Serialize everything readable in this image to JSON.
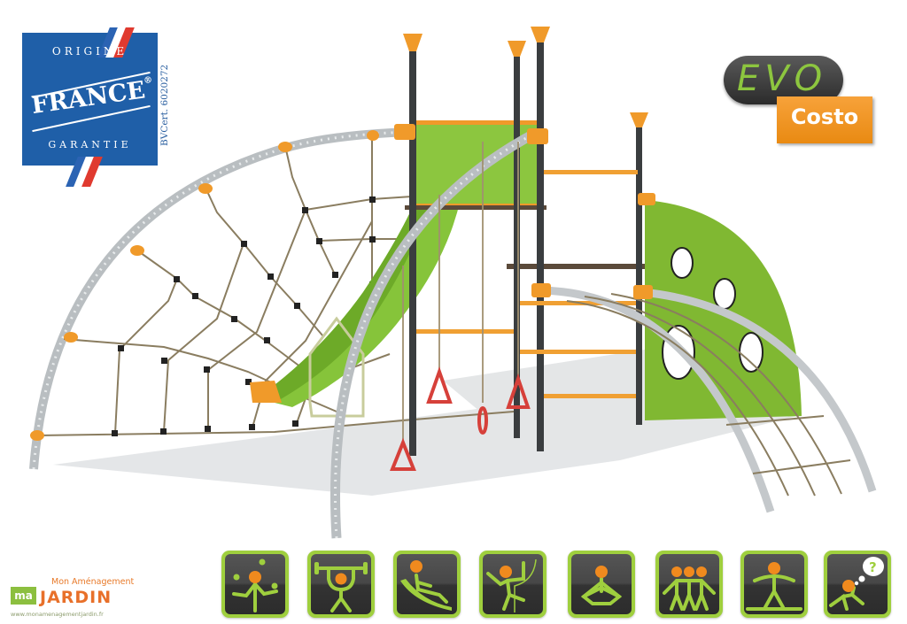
{
  "logos": {
    "origin_badge": {
      "top_text": "ORIGINE",
      "main_text": "FRANCE",
      "registered_mark": "®",
      "bottom_text": "GARANTIE",
      "certification": "BVCert. 6020272",
      "colors": {
        "background": "#1f5fa8",
        "flag_blue": "#2b63b3",
        "flag_white": "#ffffff",
        "flag_red": "#e03a2f"
      }
    },
    "product_badge": {
      "brand": "EVO",
      "model": "Costo",
      "colors": {
        "badge": "#3a3a3a",
        "brand_text": "#8dc63f",
        "model_box": "#f0952a",
        "model_text": "#ffffff"
      }
    },
    "retailer": {
      "mark": "ma",
      "line1": "Mon Aménagement",
      "line2": "JARDIN",
      "url": "www.monamenagementjardin.fr",
      "colors": {
        "mark": "#8cbf3f",
        "text": "#e8702a"
      }
    }
  },
  "product_image": {
    "subject": "Playground climbing structure",
    "components": [
      "rope spider net on arch",
      "green slide",
      "four posts with orange caps",
      "green panel",
      "hanging red gym rings",
      "orange rung ladder",
      "green climbing wall with holes",
      "arched rope climber"
    ],
    "colors": {
      "post": "#3a3d3f",
      "cap": "#f09a2a",
      "green": "#8cc63f",
      "arch": "#c8ccce",
      "ring": "#d6403a",
      "rope": "#a09070",
      "knot": "#222222"
    }
  },
  "activity_icons": [
    {
      "name": "juggling-icon",
      "label": "Coordination"
    },
    {
      "name": "weightlifting-icon",
      "label": "Strength"
    },
    {
      "name": "slide-icon",
      "label": "Sliding"
    },
    {
      "name": "climbing-icon",
      "label": "Climbing"
    },
    {
      "name": "meditation-icon",
      "label": "Balance / calm"
    },
    {
      "name": "group-icon",
      "label": "Social play"
    },
    {
      "name": "balance-beam-icon",
      "label": "Balance"
    },
    {
      "name": "thinking-icon",
      "label": "Imagination"
    }
  ],
  "icon_colors": {
    "frame": "#9fcf3e",
    "figure": "#9fcf3e",
    "head": "#f08a1e",
    "bubble": "#ffffff",
    "question": "#9fcf3e"
  }
}
